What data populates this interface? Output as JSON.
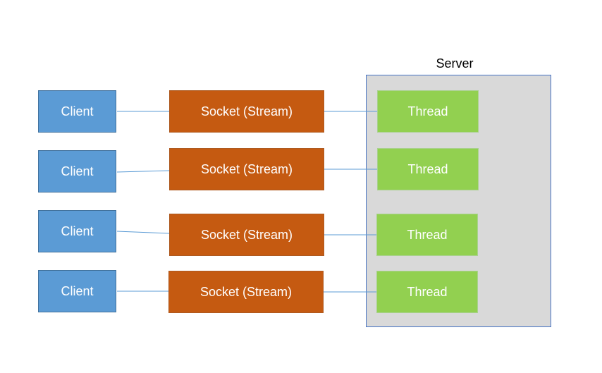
{
  "server": {
    "label": "Server"
  },
  "rows": [
    {
      "client": "Client",
      "socket": "Socket (Stream)",
      "thread": "Thread"
    },
    {
      "client": "Client",
      "socket": "Socket (Stream)",
      "thread": "Thread"
    },
    {
      "client": "Client",
      "socket": "Socket (Stream)",
      "thread": "Thread"
    },
    {
      "client": "Client",
      "socket": "Socket (Stream)",
      "thread": "Thread"
    }
  ],
  "colors": {
    "client": "#5b9bd5",
    "socket": "#c55a11",
    "thread": "#92d050",
    "server_fill": "#d9d9d9",
    "server_border": "#4472c4",
    "connector": "#5b9bd5"
  }
}
